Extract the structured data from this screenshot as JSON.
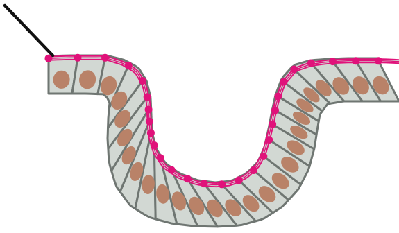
{
  "diagram": {
    "colors": {
      "background": "#ffffff",
      "cell_fill": "#d2d8d3",
      "cell_outline": "#6f7672",
      "nucleus": "#b98268",
      "junction": "#e0127a",
      "pointer": "#111111"
    },
    "elements": [
      "epithelial-cell-layer",
      "cell-nucleus",
      "apical-junction-belt",
      "junction-node",
      "pointer-line"
    ]
  }
}
